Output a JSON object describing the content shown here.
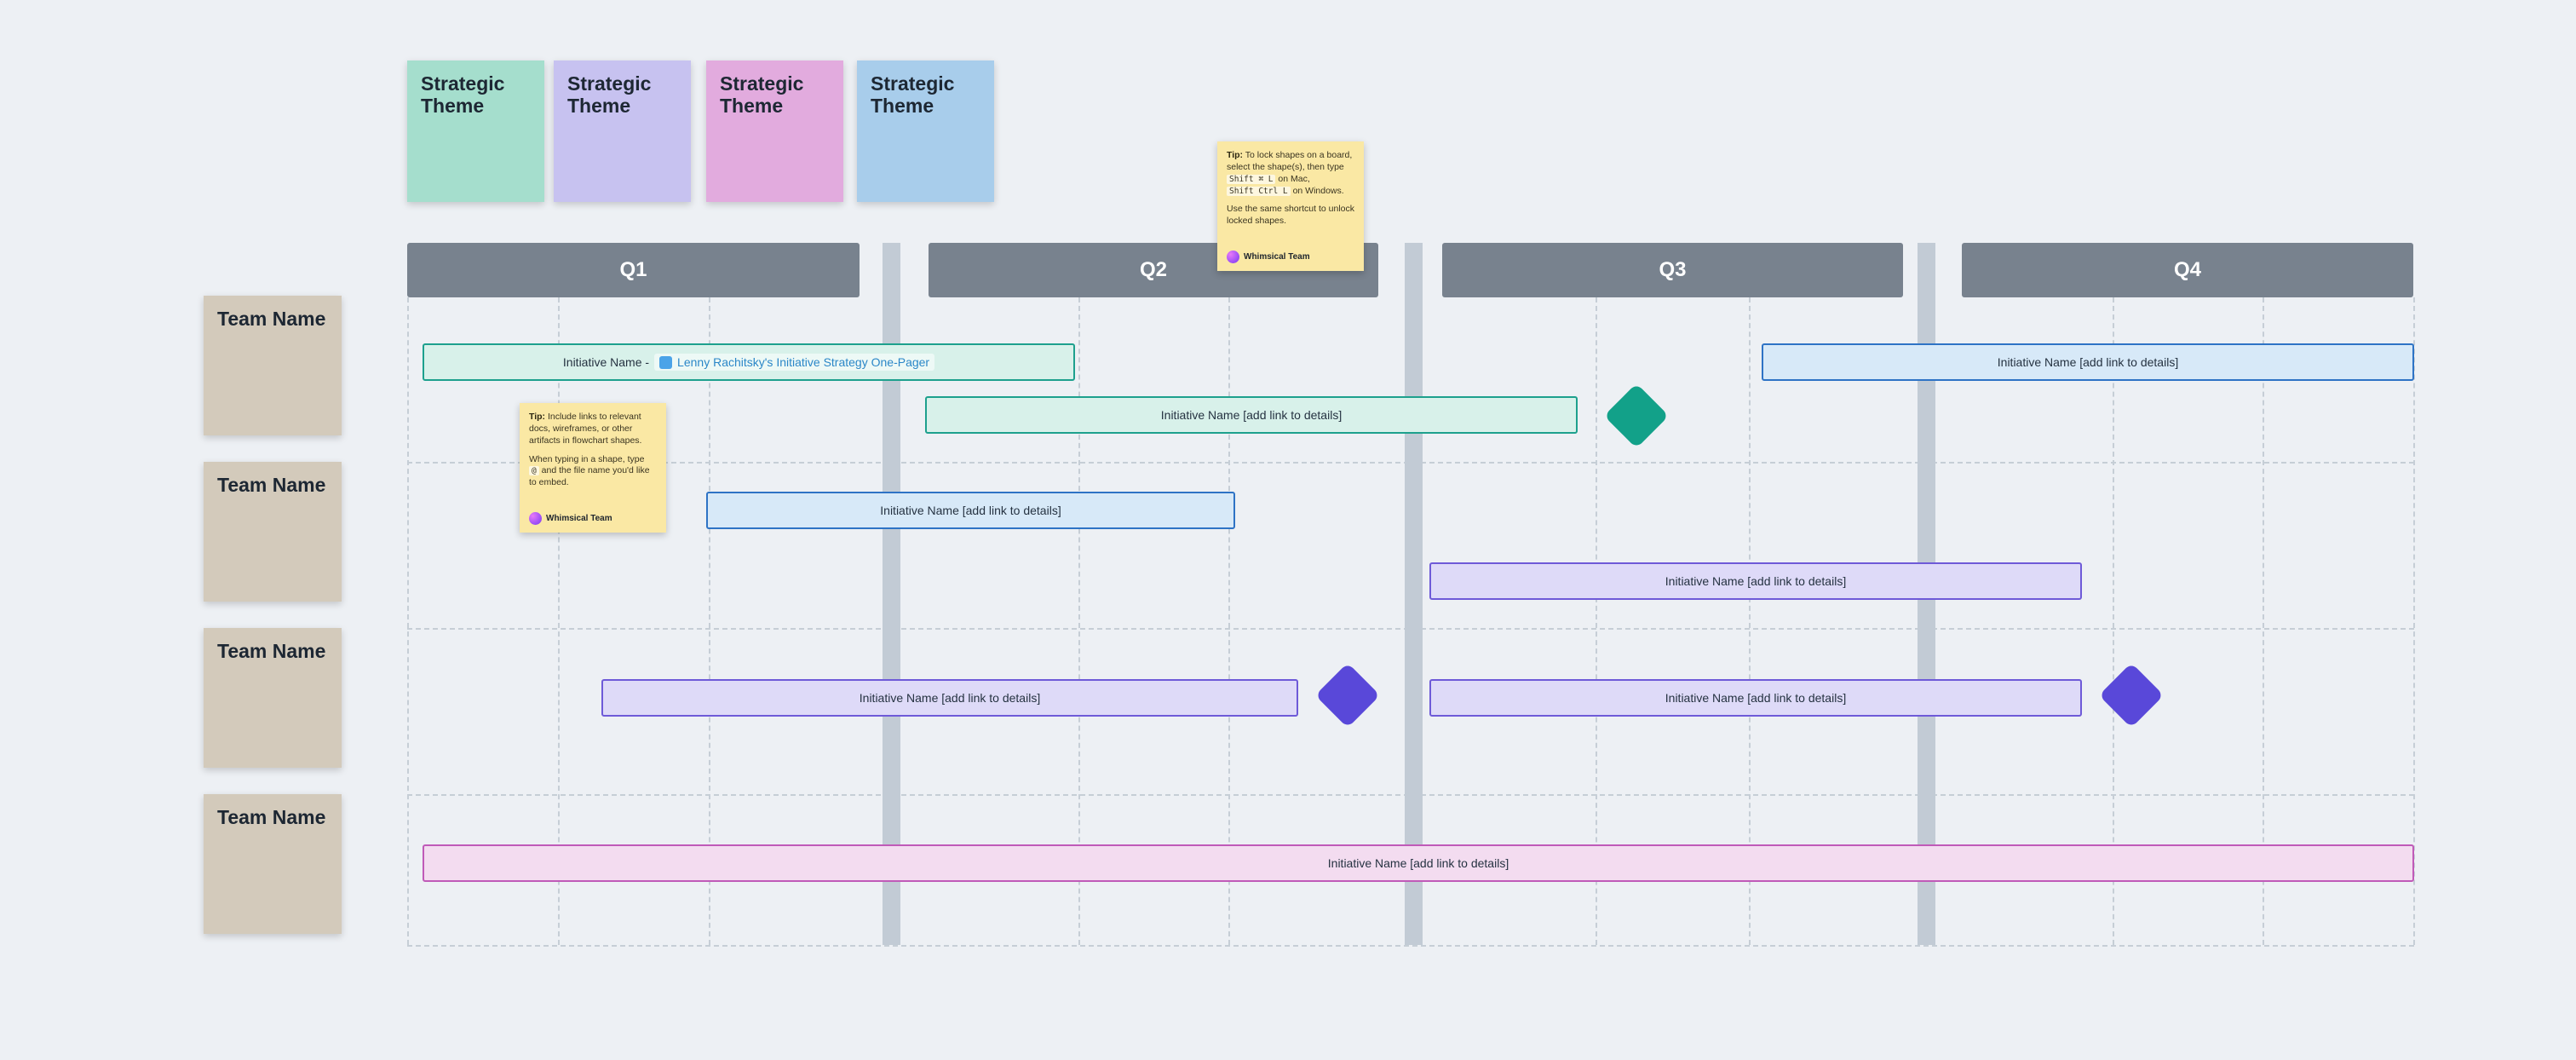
{
  "palette": {
    "background": "#edf0f4",
    "quarter_header": "#78828e",
    "team_note": "#d3cabb",
    "theme_colors": [
      "#a5decd",
      "#c7c2f0",
      "#e2abde",
      "#a8cdeb"
    ],
    "lane_divider": "#c2cbd5",
    "grid_dash": "#c6ced6",
    "bar_teal_fill": "#d8f1ea",
    "bar_teal_border": "#1da08d",
    "bar_blue_fill": "#d7e9f8",
    "bar_blue_border": "#2e73c5",
    "bar_lavender_fill": "#dedaf8",
    "bar_lavender_border": "#6e5ad8",
    "bar_pink_fill": "#f3dcf0",
    "bar_pink_border": "#c05ab8",
    "diamond_teal": "#12a189",
    "diamond_purple": "#5948d9",
    "sticky_yellow": "#fae8a4",
    "link_color": "#2b87c8"
  },
  "strategic_themes": [
    {
      "label": "Strategic Theme",
      "color": "teal"
    },
    {
      "label": "Strategic Theme",
      "color": "lavender"
    },
    {
      "label": "Strategic Theme",
      "color": "pink"
    },
    {
      "label": "Strategic Theme",
      "color": "blue"
    }
  ],
  "quarters": [
    {
      "label": "Q1"
    },
    {
      "label": "Q2"
    },
    {
      "label": "Q3"
    },
    {
      "label": "Q4"
    }
  ],
  "teams": [
    {
      "label": "Team Name"
    },
    {
      "label": "Team Name"
    },
    {
      "label": "Team Name"
    },
    {
      "label": "Team Name"
    }
  ],
  "initiative_bars": [
    {
      "prefix": "Initiative Name -",
      "link_text": "Lenny Rachitsky's Initiative Strategy One-Pager",
      "color": "teal",
      "row": 1,
      "quarter": "Q1"
    },
    {
      "label": "Initiative Name [add link to details]",
      "color": "blue",
      "row": 1,
      "quarter": "Q4"
    },
    {
      "label": "Initiative Name [add link to details]",
      "color": "teal",
      "row": 1,
      "quarter": "Q2"
    },
    {
      "label": "Initiative Name [add link to details]",
      "color": "blue",
      "row": 2,
      "quarter": "Q1-Q2"
    },
    {
      "label": "Initiative Name [add link to details]",
      "color": "lavender",
      "row": 2,
      "quarter": "Q3"
    },
    {
      "label": "Initiative Name [add link to details]",
      "color": "lavender",
      "row": 3,
      "quarter": "Q1-Q2"
    },
    {
      "label": "Initiative Name [add link to details]",
      "color": "lavender",
      "row": 3,
      "quarter": "Q3"
    },
    {
      "label": "Initiative Name [add link to details]",
      "color": "pink",
      "row": 4,
      "quarter": "Q1-Q4"
    }
  ],
  "milestones": [
    {
      "color": "teal",
      "row": 1,
      "quarter": "Q2"
    },
    {
      "color": "purple",
      "row": 3,
      "quarter": "Q2"
    },
    {
      "color": "purple",
      "row": 3,
      "quarter": "Q4"
    }
  ],
  "tips": [
    {
      "title": "Tip:",
      "body_1": "To lock shapes on a board, select the shape(s), then type",
      "kbd_mac": "Shift ⌘ L",
      "body_2": "on Mac,",
      "kbd_win": "Shift Ctrl L",
      "body_3": "on Windows.",
      "body_4": "Use the same shortcut to unlock locked shapes.",
      "author": "Whimsical Team"
    },
    {
      "title": "Tip:",
      "body_1": "Include links to relevant docs, wireframes, or other artifacts in flowchart shapes.",
      "body_2": "When typing in a shape, type",
      "kbd": "@",
      "body_3": "and the file name you'd like to embed.",
      "author": "Whimsical Team"
    }
  ]
}
